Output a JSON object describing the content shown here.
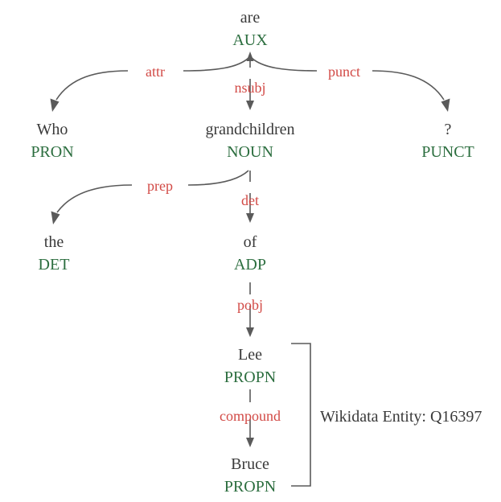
{
  "diagram": {
    "type": "dependency-parse-tree",
    "sentence": "Who are the grandchildren of Bruce Lee ?",
    "colors": {
      "word": "#3a3a3a",
      "pos": "#2c6e3f",
      "relation": "#d24a46",
      "edge": "#5a5a5a",
      "background": "#ffffff"
    }
  },
  "nodes": {
    "are": {
      "word": "are",
      "pos": "AUX"
    },
    "who": {
      "word": "Who",
      "pos": "PRON"
    },
    "grandchildren": {
      "word": "grandchildren",
      "pos": "NOUN"
    },
    "question": {
      "word": "?",
      "pos": "PUNCT"
    },
    "the": {
      "word": "the",
      "pos": "DET"
    },
    "of": {
      "word": "of",
      "pos": "ADP"
    },
    "lee": {
      "word": "Lee",
      "pos": "PROPN"
    },
    "bruce": {
      "word": "Bruce",
      "pos": "PROPN"
    }
  },
  "edges": {
    "attr": {
      "label": "attr",
      "head": "are",
      "dependent": "who"
    },
    "nsubj": {
      "label": "nsubj",
      "head": "are",
      "dependent": "grandchildren"
    },
    "punct": {
      "label": "punct",
      "head": "are",
      "dependent": "question"
    },
    "prep": {
      "label": "prep",
      "head": "grandchildren",
      "dependent": "the"
    },
    "det": {
      "label": "det",
      "head": "grandchildren",
      "dependent": "of"
    },
    "pobj": {
      "label": "pobj",
      "head": "of",
      "dependent": "lee"
    },
    "compound": {
      "label": "compound",
      "head": "lee",
      "dependent": "bruce"
    }
  },
  "annotation": {
    "entity_label": "Wikidata Entity: Q16397",
    "bracket_covers": [
      "Lee",
      "Bruce"
    ]
  }
}
